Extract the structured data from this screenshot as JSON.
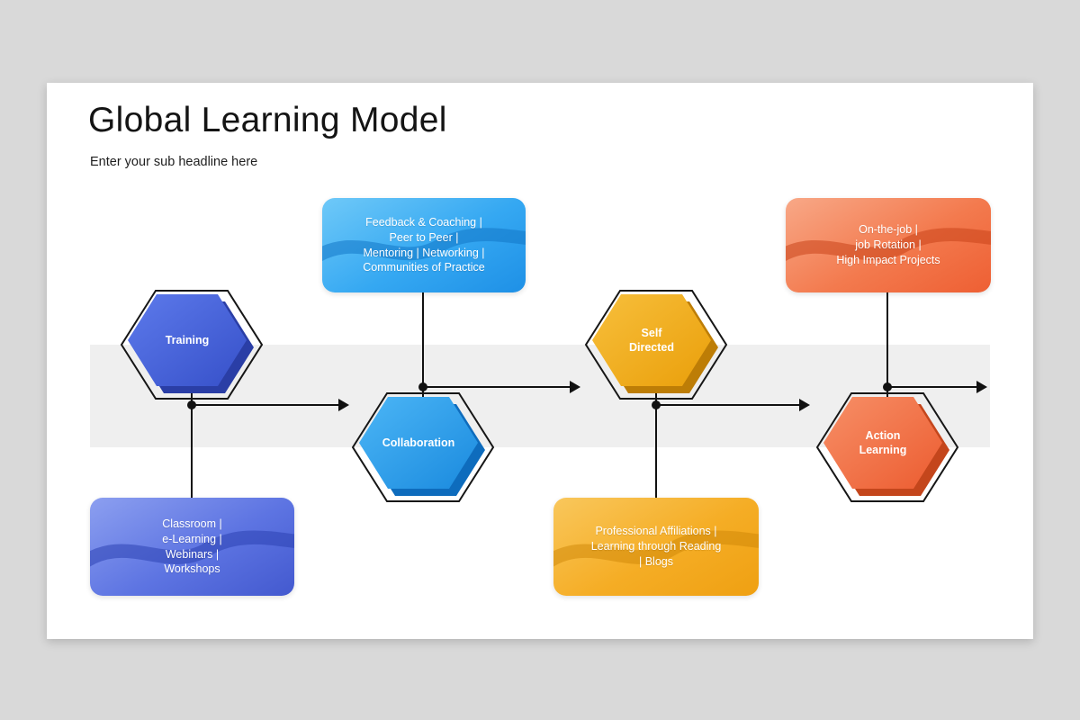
{
  "page": {
    "title": "Global Learning Model",
    "subtitle": "Enter your sub headline here"
  },
  "diagram": {
    "nodes": [
      {
        "label": "Training",
        "color": "#3f58d0"
      },
      {
        "label": "Collaboration",
        "color": "#2496ea"
      },
      {
        "label": "Self\nDirected",
        "color": "#f0a91c"
      },
      {
        "label": "Action\nLearning",
        "color": "#f26b3d"
      }
    ],
    "callouts": [
      {
        "text": "Feedback & Coaching |\nPeer to Peer |\nMentoring | Networking |\nCommunities of Practice",
        "color": "#2e9ff0"
      },
      {
        "text": "On-the-job |\njob Rotation |\nHigh Impact Projects",
        "color": "#f2764a"
      },
      {
        "text": "Classroom |\ne-Learning |\nWebinars |\nWorkshops",
        "color": "#5a6fdd"
      },
      {
        "text": "Professional Affiliations |\nLearning through Reading\n| Blogs",
        "color": "#f5ad25"
      }
    ]
  }
}
